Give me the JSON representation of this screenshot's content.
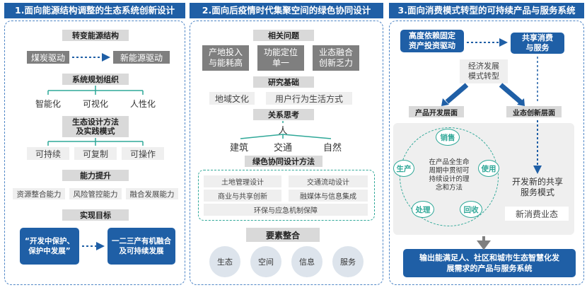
{
  "panel1": {
    "title": "1.面向能源结构调整的生态系统创新设计",
    "energy_header": "转变能源结构",
    "coal": "煤炭驱动",
    "new_energy": "新能源驱动",
    "planning_header": "系统规划组织",
    "planning_items": [
      "智能化",
      "可视化",
      "人性化"
    ],
    "methods_header": "生态设计方法\n及实践模式",
    "method_items": [
      "可持续",
      "可复制",
      "可操作"
    ],
    "ability_header": "能力提升",
    "ability_items": [
      "资源整合能力",
      "风险管控能力",
      "融合发展能力"
    ],
    "goal_header": "实现目标",
    "goal_left": "“开发中保护、\n保护中发展”",
    "goal_right": "一二三产有机融合\n及可持续发展"
  },
  "panel2": {
    "title": "2.面向后疫情时代集聚空间的绿色协同设计",
    "issues_header": "相关问题",
    "issues": [
      "产地投入\n与能耗高",
      "功能定位\n单一",
      "业态融合\n创新乏力"
    ],
    "research_header": "研究基础",
    "research_items": [
      "地域文化",
      "用户行为生活方式"
    ],
    "thinking_header": "关系思考",
    "people": "人",
    "thinking_items": [
      "建筑",
      "交通",
      "自然"
    ],
    "method_header": "绿色协同设计方法",
    "methods": [
      "土地管理设计",
      "交通流动设计",
      "商业与共享创新",
      "融媒体与信息集成",
      "环保与应急机制保障"
    ],
    "elements_header": "要素整合",
    "elements": [
      "生态",
      "空间",
      "信息",
      "服务"
    ]
  },
  "panel3": {
    "title": "3.面向消费模式转型的可持续产品与服务系统",
    "fixed_assets": "高度依赖固定\n资产投资驱动",
    "sharing": "共享消费\n与服务",
    "transform": "经济发展\n模式转型",
    "product_dev": "产品开发层面",
    "business_innov": "业态创新层面",
    "cycle_center": "在产品全生命\n周期中贯彻可\n持续设计的理\n念和方法",
    "cycle_nodes": [
      "销售",
      "使用",
      "回收",
      "处理",
      "生产"
    ],
    "new_sharing": "开发新的共享\n服务模式",
    "new_consumption": "新消费业态",
    "output": "输出能满足人、社区和城市生态智慧化发\n展需求的产品与服务系统"
  },
  "colors": {
    "primary": "#1f5fa6",
    "cycle": "#2fa898",
    "gray": "#7f7f7f"
  }
}
